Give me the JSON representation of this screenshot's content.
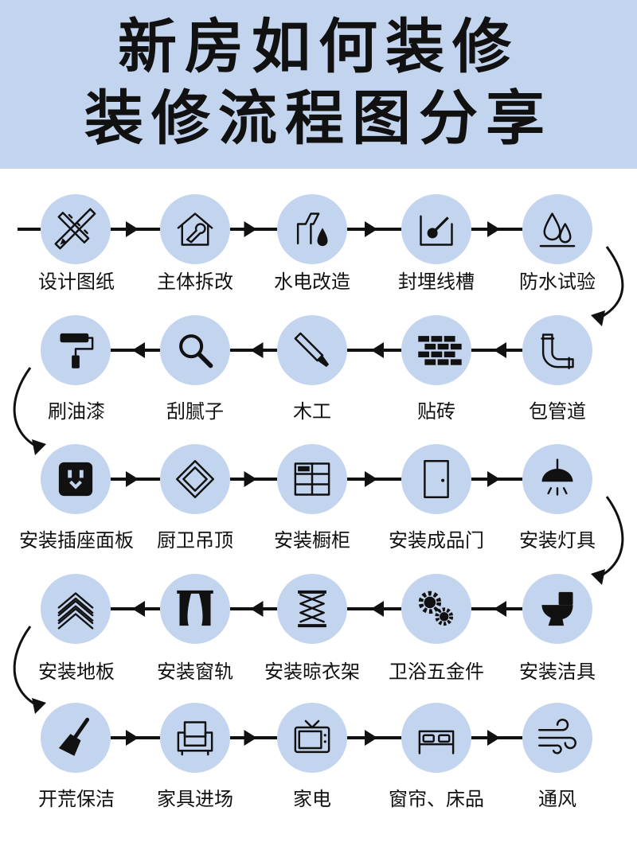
{
  "title": {
    "line1": "新房如何装修",
    "line2": "装修流程图分享"
  },
  "colors": {
    "header_bg": "#c3d4ee",
    "circle": "#c3d4ee",
    "line": "#111111",
    "text": "#111111"
  },
  "rows": [
    {
      "direction": "left-to-right",
      "steps": [
        {
          "label": "设计图纸",
          "icon": "pencil-ruler-icon"
        },
        {
          "label": "主体拆改",
          "icon": "house-wrench-icon"
        },
        {
          "label": "水电改造",
          "icon": "pipe-drop-icon"
        },
        {
          "label": "封埋线槽",
          "icon": "wall-groove-icon"
        },
        {
          "label": "防水试验",
          "icon": "water-drops-icon"
        }
      ]
    },
    {
      "direction": "right-to-left",
      "steps": [
        {
          "label": "包管道",
          "icon": "pipe-elbow-icon"
        },
        {
          "label": "贴砖",
          "icon": "brick-wall-icon"
        },
        {
          "label": "木工",
          "icon": "saw-icon"
        },
        {
          "label": "刮腻子",
          "icon": "magnifier-icon"
        },
        {
          "label": "刷油漆",
          "icon": "paint-roller-icon"
        }
      ]
    },
    {
      "direction": "left-to-right",
      "steps": [
        {
          "label": "安装插座面板",
          "icon": "socket-icon"
        },
        {
          "label": "厨卫吊顶",
          "icon": "ceiling-panel-icon"
        },
        {
          "label": "安装橱柜",
          "icon": "cabinet-icon"
        },
        {
          "label": "安装成品门",
          "icon": "door-icon"
        },
        {
          "label": "安装灯具",
          "icon": "pendant-lamp-icon"
        }
      ]
    },
    {
      "direction": "right-to-left",
      "steps": [
        {
          "label": "安装洁具",
          "icon": "toilet-icon"
        },
        {
          "label": "卫浴五金件",
          "icon": "gears-icon"
        },
        {
          "label": "安装晾衣架",
          "icon": "scissor-rack-icon"
        },
        {
          "label": "安装窗轨",
          "icon": "curtain-icon"
        },
        {
          "label": "安装地板",
          "icon": "herringbone-floor-icon"
        }
      ]
    },
    {
      "direction": "left-to-right",
      "steps": [
        {
          "label": "开荒保洁",
          "icon": "broom-icon"
        },
        {
          "label": "家具进场",
          "icon": "armchair-icon"
        },
        {
          "label": "家电",
          "icon": "tv-icon"
        },
        {
          "label": "窗帘、床品",
          "icon": "bed-icon"
        },
        {
          "label": "通风",
          "icon": "wind-icon"
        }
      ]
    }
  ]
}
